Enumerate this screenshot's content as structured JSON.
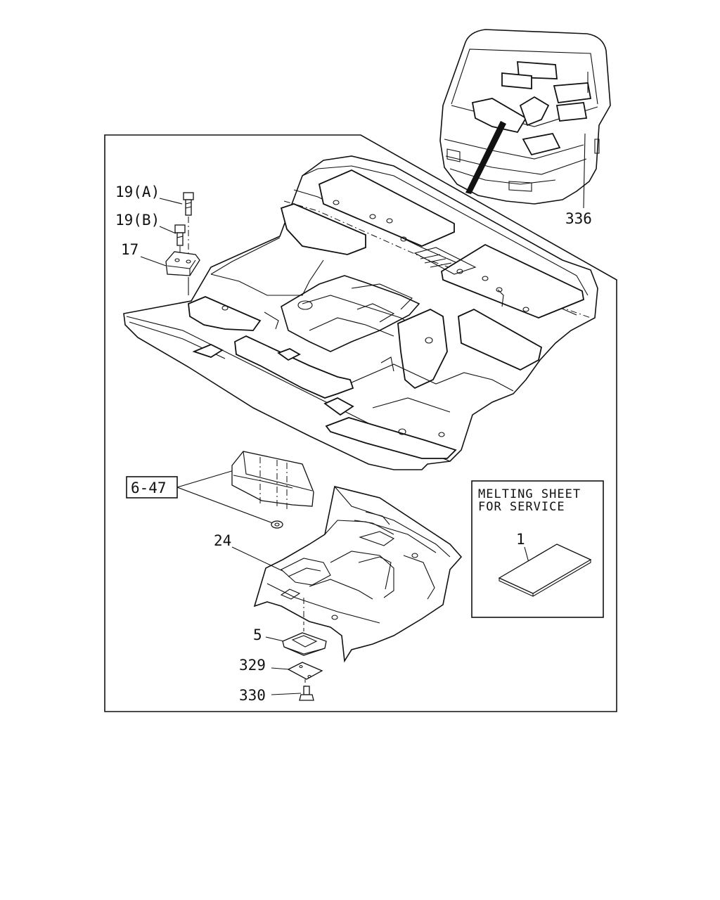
{
  "callouts": {
    "c19a": "19(A)",
    "c19b": "19(B)",
    "c17": "17",
    "c336": "336",
    "c647": "6-47",
    "c24": "24",
    "c5": "5",
    "c329": "329",
    "c330": "330",
    "c1": "1"
  },
  "service_box": {
    "line1": "MELTING SHEET",
    "line2": "FOR SERVICE"
  }
}
